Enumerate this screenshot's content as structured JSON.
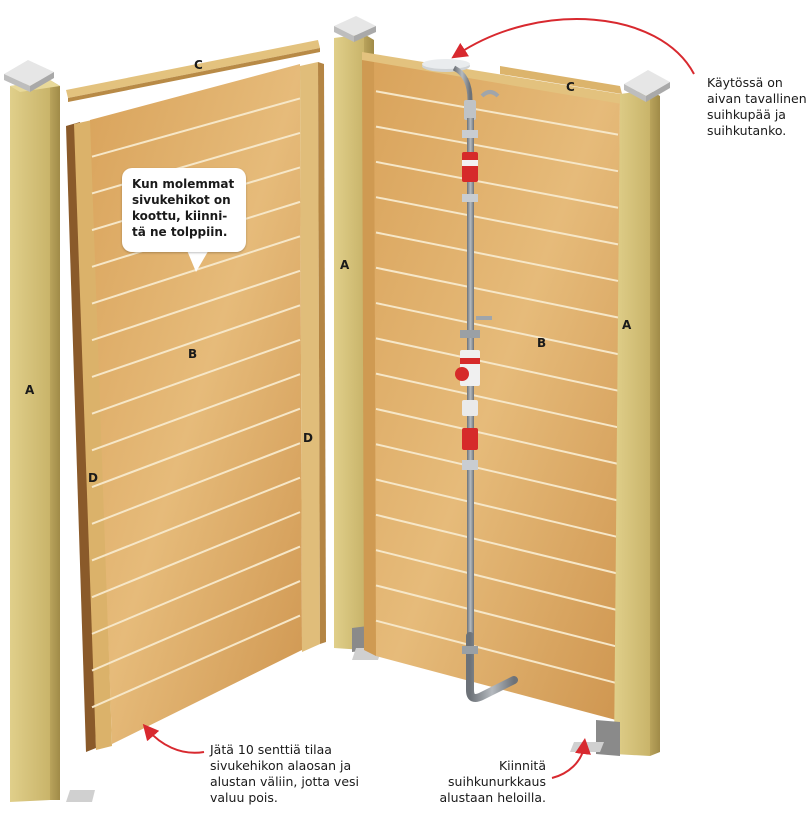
{
  "part_labels": {
    "top_board_left": "C",
    "top_board_right": "C",
    "post_left": "A",
    "post_middle": "A",
    "post_right": "A",
    "panel_left": "B",
    "panel_right": "B",
    "batten_left": "D",
    "batten_right": "D"
  },
  "callouts": {
    "bubble_lines": [
      "Kun molemmat",
      "sivukehikot on",
      "koottu, kiinni-",
      "tä ne tolppiin."
    ],
    "shower_head_lines": [
      "Käytössä on",
      "aivan tavallinen",
      "suihkupää ja",
      "suihkutanko."
    ],
    "gap_lines": [
      "Jätä 10 senttiä tilaa",
      "sivukehikon alaosan ja",
      "alustan väliin, jotta vesi",
      "valuu pois."
    ],
    "fastening_lines": [
      "Kiinnitä",
      "suihkunurkkaus",
      "alustaan heloilla."
    ]
  },
  "colors": {
    "wood_light": "#e2b873",
    "wood_mid": "#d09a52",
    "wood_dark": "#a8743a",
    "post_face": "#d8c47c",
    "post_side": "#b3a05a",
    "cap": "#d8d8d8",
    "arrow_red": "#d8292f",
    "pipe_gray": "#8a8f94",
    "fitting_red": "#d62a2a"
  }
}
